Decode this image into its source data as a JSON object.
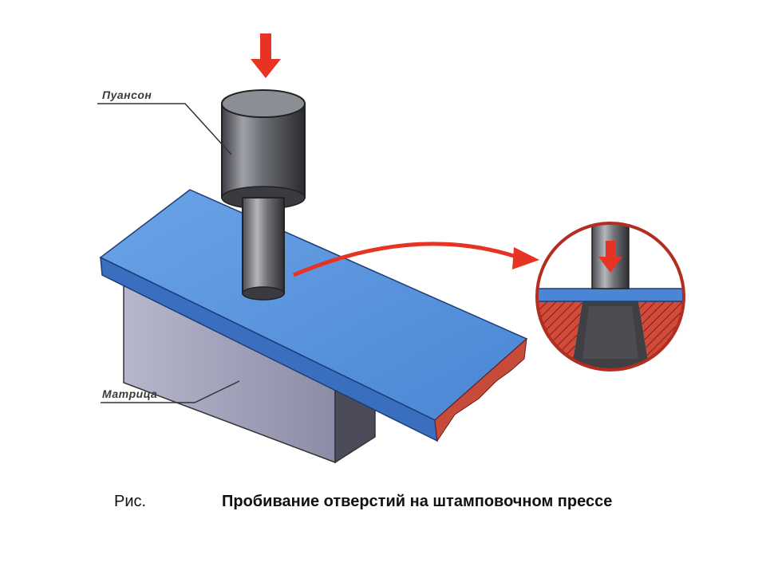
{
  "labels": {
    "punch": "Пуансон",
    "die": "Матрица"
  },
  "caption": {
    "prefix": "Рис.",
    "text": "Пробивание отверстий на штамповочном прессе"
  },
  "colors": {
    "arrow": "#e63323",
    "sheet_top": "#5b95dd",
    "sheet_edge": "#2f5fae",
    "die_face": "#9a9ab8",
    "punch_metal": "#6e7076",
    "hatch_red": "#c0392b"
  }
}
